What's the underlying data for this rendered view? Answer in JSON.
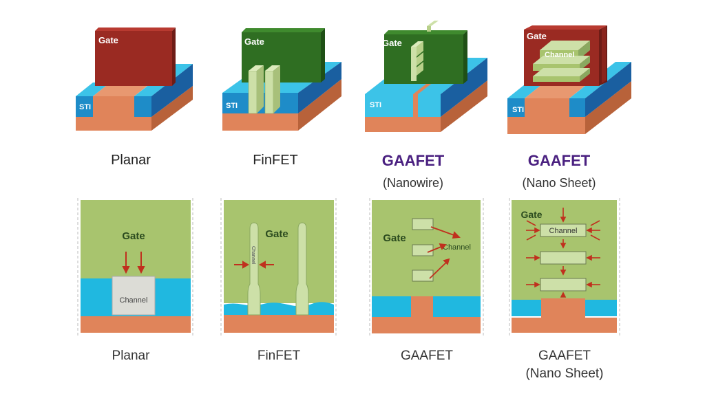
{
  "top_row": [
    {
      "title": "Planar",
      "subtitle": "",
      "gate_label": "Gate",
      "sti_label": "STI",
      "gate_color": "#9a2a22"
    },
    {
      "title": "FinFET",
      "subtitle": "",
      "gate_label": "Gate",
      "sti_label": "STI",
      "gate_color": "#2f6e22"
    },
    {
      "title": "GAAFET",
      "subtitle": "(Nanowire)",
      "gate_label": "Gate",
      "sti_label": "STI",
      "gate_color": "#2f6e22"
    },
    {
      "title": "GAAFET",
      "subtitle": "(Nano Sheet)",
      "gate_label": "Gate",
      "sti_label": "STI",
      "channel_label": "Channel",
      "gate_color": "#9a2a22"
    }
  ],
  "bottom_row": [
    {
      "title": "Planar",
      "subtitle": "",
      "gate_label": "Gate",
      "channel_label": "Channel"
    },
    {
      "title": "FinFET",
      "subtitle": "",
      "gate_label": "Gate",
      "channel_label": "Channel"
    },
    {
      "title": "GAAFET",
      "subtitle": "",
      "gate_label": "Gate",
      "channel_label": "Channel"
    },
    {
      "title": "GAAFET",
      "subtitle": "(Nano Sheet)",
      "gate_label": "Gate",
      "channel_label": "Channel"
    }
  ],
  "colors": {
    "substrate": "#e0845a",
    "substrate_side": "#b8623a",
    "sti_top": "#3cc3e8",
    "sti_front": "#1e8cc8",
    "sti_side": "#1a5fa0",
    "channel": "#cde0a8",
    "gate_light": "#a8c46e",
    "arrow": "#c0301e",
    "title_accent": "#4a2080"
  }
}
